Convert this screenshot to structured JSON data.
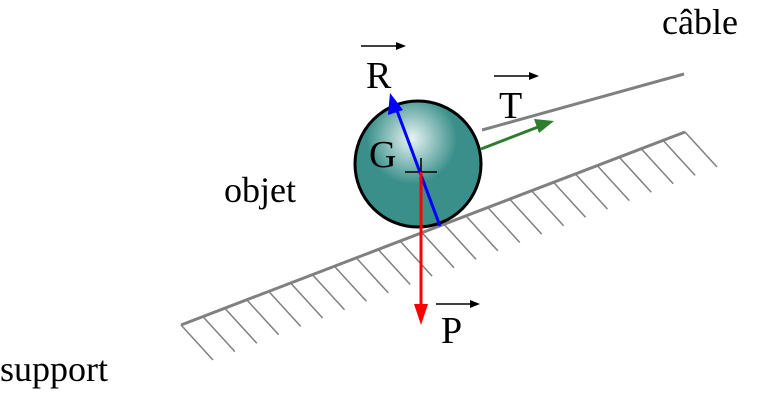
{
  "labels": {
    "cable": "câble",
    "object": "objet",
    "support": "support",
    "center": "G",
    "reaction": "R",
    "tension": "T",
    "weight": "P"
  },
  "colors": {
    "reaction_vector": "#0000ff",
    "tension_vector": "#2e7d2e",
    "weight_vector": "#ff0000",
    "support_line": "#808080",
    "hatch": "#808080",
    "cable_line": "#808080",
    "ball_fill": "#3a8f8a",
    "ball_highlight": "#e8f4f3",
    "ball_outline": "#000000"
  },
  "icons": {
    "object": "sphere",
    "support": "hatched-inclined-plane"
  }
}
